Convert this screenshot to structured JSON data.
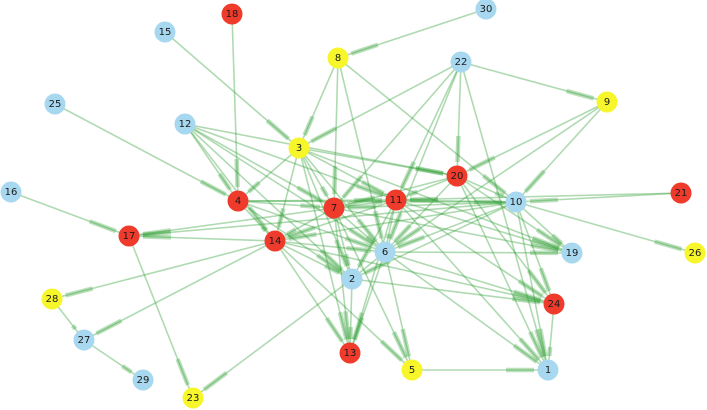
{
  "colors": {
    "blue": "#a8d8f0",
    "red": "#ef3b2c",
    "yellow": "#f6f62a",
    "edge": "#2e9e33"
  },
  "nodes": [
    {
      "id": "1",
      "color": "blue"
    },
    {
      "id": "2",
      "color": "blue"
    },
    {
      "id": "3",
      "color": "yellow"
    },
    {
      "id": "4",
      "color": "red"
    },
    {
      "id": "5",
      "color": "yellow"
    },
    {
      "id": "6",
      "color": "blue"
    },
    {
      "id": "7",
      "color": "red"
    },
    {
      "id": "8",
      "color": "yellow"
    },
    {
      "id": "9",
      "color": "yellow"
    },
    {
      "id": "10",
      "color": "blue"
    },
    {
      "id": "11",
      "color": "red"
    },
    {
      "id": "12",
      "color": "blue"
    },
    {
      "id": "13",
      "color": "red"
    },
    {
      "id": "14",
      "color": "red"
    },
    {
      "id": "15",
      "color": "blue"
    },
    {
      "id": "16",
      "color": "blue"
    },
    {
      "id": "17",
      "color": "red"
    },
    {
      "id": "18",
      "color": "red"
    },
    {
      "id": "19",
      "color": "blue"
    },
    {
      "id": "20",
      "color": "red"
    },
    {
      "id": "21",
      "color": "red"
    },
    {
      "id": "22",
      "color": "blue"
    },
    {
      "id": "23",
      "color": "yellow"
    },
    {
      "id": "24",
      "color": "red"
    },
    {
      "id": "25",
      "color": "blue"
    },
    {
      "id": "26",
      "color": "yellow"
    },
    {
      "id": "27",
      "color": "blue"
    },
    {
      "id": "28",
      "color": "yellow"
    },
    {
      "id": "29",
      "color": "blue"
    },
    {
      "id": "30",
      "color": "blue"
    }
  ],
  "edges": [
    [
      "30",
      "8"
    ],
    [
      "18",
      "4"
    ],
    [
      "15",
      "3"
    ],
    [
      "8",
      "7"
    ],
    [
      "8",
      "6"
    ],
    [
      "8",
      "10"
    ],
    [
      "8",
      "3"
    ],
    [
      "22",
      "9"
    ],
    [
      "22",
      "7"
    ],
    [
      "22",
      "6"
    ],
    [
      "22",
      "11"
    ],
    [
      "22",
      "20"
    ],
    [
      "22",
      "1"
    ],
    [
      "22",
      "3"
    ],
    [
      "9",
      "10"
    ],
    [
      "9",
      "6"
    ],
    [
      "9",
      "20"
    ],
    [
      "12",
      "4"
    ],
    [
      "12",
      "7"
    ],
    [
      "12",
      "11"
    ],
    [
      "12",
      "6"
    ],
    [
      "12",
      "2"
    ],
    [
      "12",
      "14"
    ],
    [
      "12",
      "20"
    ],
    [
      "25",
      "4"
    ],
    [
      "16",
      "17"
    ],
    [
      "3",
      "4"
    ],
    [
      "3",
      "7"
    ],
    [
      "3",
      "11"
    ],
    [
      "3",
      "20"
    ],
    [
      "3",
      "14"
    ],
    [
      "3",
      "6"
    ],
    [
      "3",
      "2"
    ],
    [
      "3",
      "19"
    ],
    [
      "3",
      "13"
    ],
    [
      "4",
      "7"
    ],
    [
      "4",
      "11"
    ],
    [
      "4",
      "14"
    ],
    [
      "4",
      "6"
    ],
    [
      "4",
      "2"
    ],
    [
      "4",
      "10"
    ],
    [
      "20",
      "10"
    ],
    [
      "20",
      "11"
    ],
    [
      "20",
      "7"
    ],
    [
      "20",
      "6"
    ],
    [
      "20",
      "24"
    ],
    [
      "20",
      "1"
    ],
    [
      "20",
      "19"
    ],
    [
      "21",
      "10"
    ],
    [
      "21",
      "11"
    ],
    [
      "10",
      "26"
    ],
    [
      "10",
      "7"
    ],
    [
      "10",
      "11"
    ],
    [
      "10",
      "6"
    ],
    [
      "10",
      "14"
    ],
    [
      "10",
      "19"
    ],
    [
      "10",
      "1"
    ],
    [
      "10",
      "2"
    ],
    [
      "10",
      "24"
    ],
    [
      "10",
      "17"
    ],
    [
      "7",
      "11"
    ],
    [
      "7",
      "14"
    ],
    [
      "7",
      "6"
    ],
    [
      "7",
      "2"
    ],
    [
      "7",
      "17"
    ],
    [
      "7",
      "19"
    ],
    [
      "7",
      "13"
    ],
    [
      "7",
      "5"
    ],
    [
      "11",
      "6"
    ],
    [
      "11",
      "14"
    ],
    [
      "11",
      "2"
    ],
    [
      "11",
      "1"
    ],
    [
      "11",
      "24"
    ],
    [
      "11",
      "19"
    ],
    [
      "11",
      "13"
    ],
    [
      "14",
      "17"
    ],
    [
      "14",
      "6"
    ],
    [
      "14",
      "2"
    ],
    [
      "14",
      "13"
    ],
    [
      "14",
      "5"
    ],
    [
      "14",
      "28"
    ],
    [
      "14",
      "27"
    ],
    [
      "14",
      "24"
    ],
    [
      "6",
      "19"
    ],
    [
      "6",
      "2"
    ],
    [
      "6",
      "1"
    ],
    [
      "6",
      "5"
    ],
    [
      "6",
      "13"
    ],
    [
      "6",
      "24"
    ],
    [
      "2",
      "13"
    ],
    [
      "2",
      "23"
    ],
    [
      "2",
      "24"
    ],
    [
      "5",
      "1"
    ],
    [
      "24",
      "1"
    ],
    [
      "17",
      "23"
    ],
    [
      "28",
      "27"
    ],
    [
      "27",
      "29"
    ]
  ]
}
